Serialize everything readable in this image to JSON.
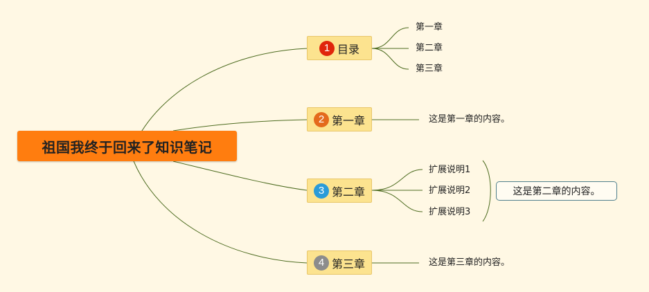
{
  "mindmap": {
    "central_topic": "祖国我终于回来了知识笔记",
    "colors": {
      "background": "#fff8e4",
      "central_fill": "#ff7d0f",
      "topic_fill": "#fce38f",
      "connector": "#4c6b1f"
    },
    "topics": [
      {
        "number": "1",
        "badge_color": "#e0250b",
        "label": "目录",
        "children": [
          "第一章",
          "第二章",
          "第三章"
        ]
      },
      {
        "number": "2",
        "badge_color": "#e46a1c",
        "label": "第一章",
        "children": [
          "这是第一章的内容。"
        ]
      },
      {
        "number": "3",
        "badge_color": "#2a9bd8",
        "label": "第二章",
        "children": [
          "扩展说明1",
          "扩展说明2",
          "扩展说明3"
        ],
        "summary": "这是第二章的内容。"
      },
      {
        "number": "4",
        "badge_color": "#8c8c8c",
        "label": "第三章",
        "children": [
          "这是第三章的内容。"
        ]
      }
    ]
  }
}
